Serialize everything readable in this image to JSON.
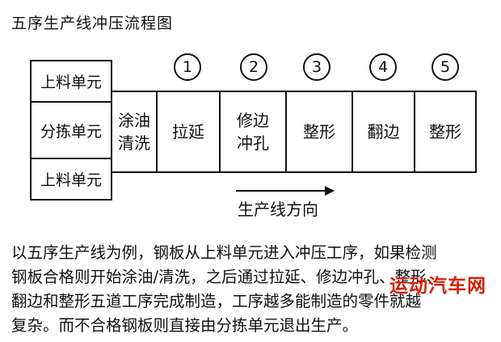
{
  "title": "五序生产线冲压流程图",
  "side_units": {
    "top": "上料单元",
    "middle": "分拣单元",
    "bottom": "上料单元"
  },
  "coating": [
    "涂油",
    "清洗"
  ],
  "stages": [
    {
      "num": "1",
      "lines": [
        "拉延"
      ]
    },
    {
      "num": "2",
      "lines": [
        "修边",
        "冲孔"
      ]
    },
    {
      "num": "3",
      "lines": [
        "整形"
      ]
    },
    {
      "num": "4",
      "lines": [
        "翻边"
      ]
    },
    {
      "num": "5",
      "lines": [
        "整形"
      ]
    }
  ],
  "direction_label": "生产线方向",
  "description": [
    "以五序生产线为例，钢板从上料单元进入冲压工序，如果检测",
    "钢板合格则开始涂油/清洗，之后通过拉延、修边冲孔、整形、",
    "翻边和整形五道工序完成制造，工序越多能制造的零件就越",
    "复杂。而不合格钢板则直接由分拣单元退出生产。"
  ],
  "watermark": "运动汽车网"
}
